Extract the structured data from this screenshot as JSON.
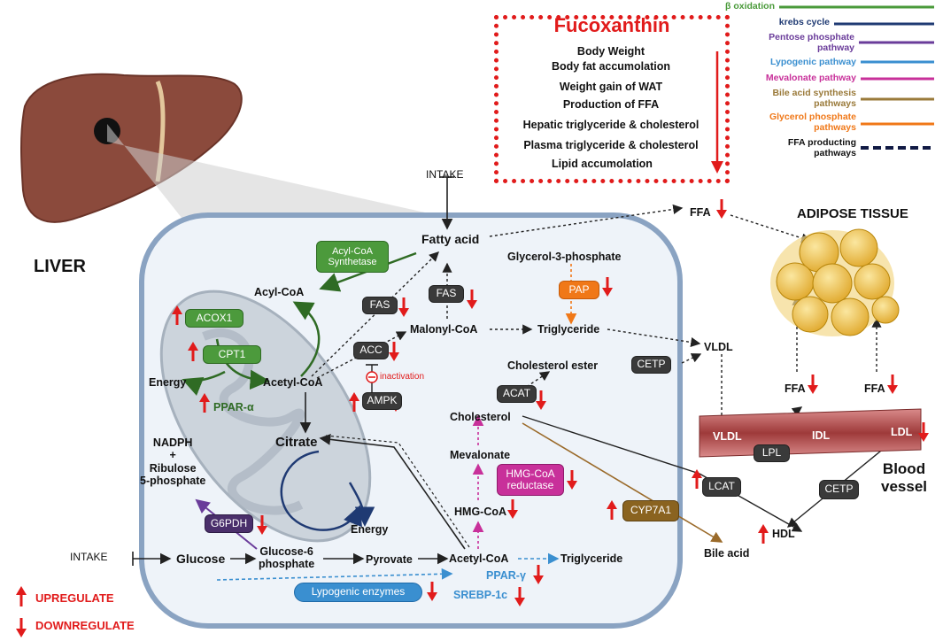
{
  "fucoxanthin": {
    "title": "Fucoxanthin",
    "items": [
      "Body Weight",
      "Body fat accumolation",
      "Weight gain of WAT",
      "Production of FFA",
      "Hepatic triglyceride & cholesterol",
      "Plasma triglyceride & cholesterol",
      "Lipid accumolation"
    ]
  },
  "legend": [
    {
      "label": "β oxidation",
      "color": "#4a9a3a",
      "line": "solid"
    },
    {
      "label": "krebs cycle",
      "color": "#1f3a73",
      "line": "solid"
    },
    {
      "label": "Pentose phosphate pathway",
      "color": "#6a3c9a",
      "line": "solid"
    },
    {
      "label": "Lypogenic pathway",
      "color": "#3a8fd0",
      "line": "solid"
    },
    {
      "label": "Mevalonate pathway",
      "color": "#c8309a",
      "line": "solid"
    },
    {
      "label": "Bile acid synthesis pathways",
      "color": "#9a7a3a",
      "line": "solid"
    },
    {
      "label": "Glycerol phosphate pathways",
      "color": "#f07818",
      "line": "solid"
    },
    {
      "label": "FFA producting pathways",
      "color": "#111a44",
      "line": "dashed"
    }
  ],
  "organ_labels": {
    "liver": "LIVER",
    "adipose": "ADIPOSE TISSUE",
    "blood_vessel": "Blood\nvessel"
  },
  "metabolites": {
    "intake_top": "INTAKE",
    "fatty_acid": "Fatty acid",
    "acyl_coa": "Acyl-CoA",
    "energy_left": "Energy",
    "acetyl_coa_mito": "Acetyl-CoA",
    "ppar_alpha": "PPAR-α",
    "malonyl_coa": "Malonyl-CoA",
    "triglyceride_mid": "Triglyceride",
    "glycerol3p": "Glycerol-3-phosphate",
    "cholesterol_ester": "Cholesterol ester",
    "cholesterol": "Cholesterol",
    "mevalonate": "Mevalonate",
    "hmg_coa": "HMG-CoA",
    "citrate": "Citrate",
    "energy_krebs": "Energy",
    "nadph": "NADPH\n+\nRibulose\n5-phosphate",
    "intake_bottom": "INTAKE",
    "glucose": "Glucose",
    "glucose6p": "Glucose-6\nphosphate",
    "pyrovate": "Pyrovate",
    "acetyl_coa_bottom": "Acetyl-CoA",
    "triglyceride_bottom": "Triglyceride",
    "ppar_gamma": "PPAR-γ",
    "srebp": "SREBP-1c",
    "ffa_top": "FFA",
    "vldl": "VLDL",
    "ffa_1": "FFA",
    "ffa_2": "FFA",
    "vldl_vessel": "VLDL",
    "idl": "IDL",
    "ldl": "LDL",
    "hdl": "HDL",
    "bile_acid": "Bile acid",
    "inactivation": "inactivation"
  },
  "enzymes": {
    "acyl_coa_synthetase": "Acyl-CoA\nSynthetase",
    "acox1": "ACOX1",
    "cpt1": "CPT1",
    "fas_left": "FAS",
    "fas_top": "FAS",
    "acc": "ACC",
    "ampk": "AMPK",
    "pap": "PAP",
    "cetp_top": "CETP",
    "acat": "ACAT",
    "hmg_coa_reductase": "HMG-CoA\nreductase",
    "g6pdh": "G6PDH",
    "lypogenic_enzymes": "Lypogenic enzymes",
    "lcat": "LCAT",
    "cyp7a1": "CYP7A1",
    "lpl": "LPL",
    "cetp_vessel": "CETP"
  },
  "key": {
    "up": "UPREGULATE",
    "down": "DOWNREGULATE"
  },
  "colors": {
    "up_down_arrow": "#e11b1b",
    "cell_border": "#8aa3c2",
    "cell_fill": "#eef3f9",
    "liver": "#8b4a3c",
    "adipocyte": "#f0c85a",
    "vessel": "#9e3a3a"
  }
}
